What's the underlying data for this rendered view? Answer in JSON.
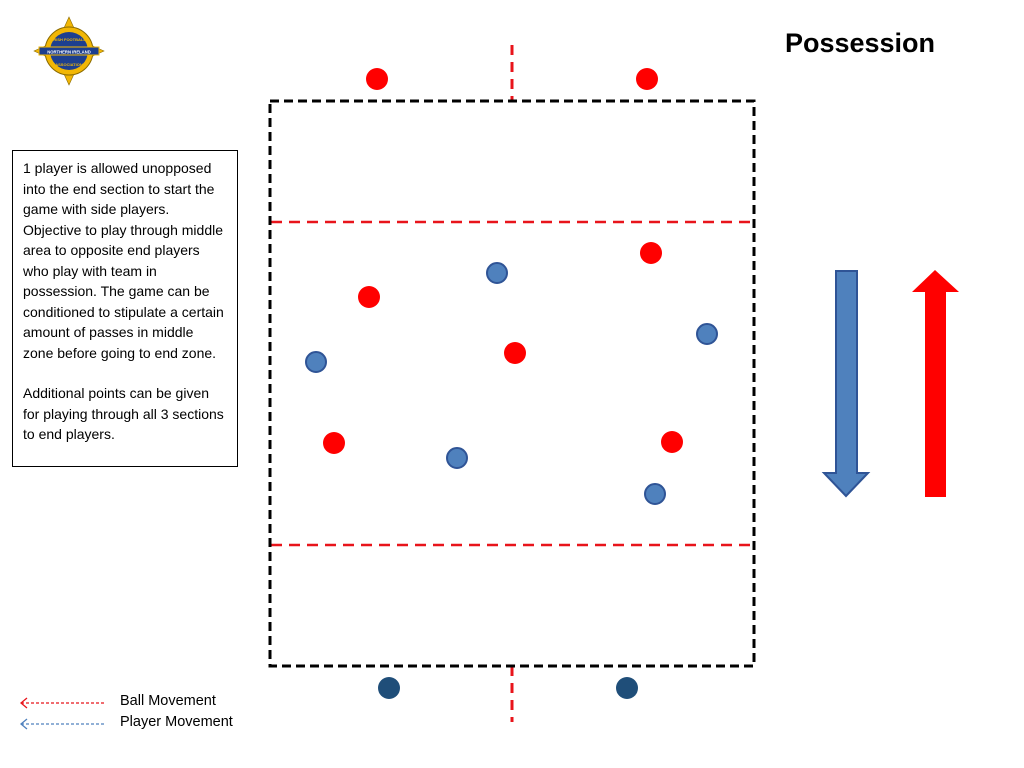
{
  "title": "Possession",
  "logo": {
    "name": "irish-football-association-crest",
    "text_top": "IRISH FOOTBALL",
    "text_middle": "NORTHERN IRELAND",
    "text_bottom": "ASSOCIATION",
    "colors": {
      "gold": "#f2b705",
      "blue": "#1d3f8f",
      "white": "#ffffff"
    }
  },
  "description": {
    "paragraph1": "1 player is allowed unopposed into the end section to start the game with side players. Objective to play through middle area to opposite end players who play with team in possession. The game can be conditioned to stipulate a certain amount of passes in middle zone before going to end zone.",
    "paragraph2": "Additional points can be given for playing through all 3 sections  to  end players."
  },
  "legend": [
    {
      "label": "Ball Movement",
      "color": "#e8141b"
    },
    {
      "label": "Player Movement",
      "color": "#4f81bd"
    }
  ],
  "colors": {
    "red_team": "#ff0000",
    "blue_team": "#4f81bd",
    "blue_team_border": "#2f5496",
    "end_blue": "#1f4e79",
    "boundary": "#000000",
    "zone_line": "#e8141b",
    "down_arrow": "#4f81bd",
    "up_arrow": "#ff0000"
  },
  "icons": [
    "down-arrow-icon",
    "up-arrow-icon",
    "red-player-icon",
    "blue-player-icon"
  ]
}
